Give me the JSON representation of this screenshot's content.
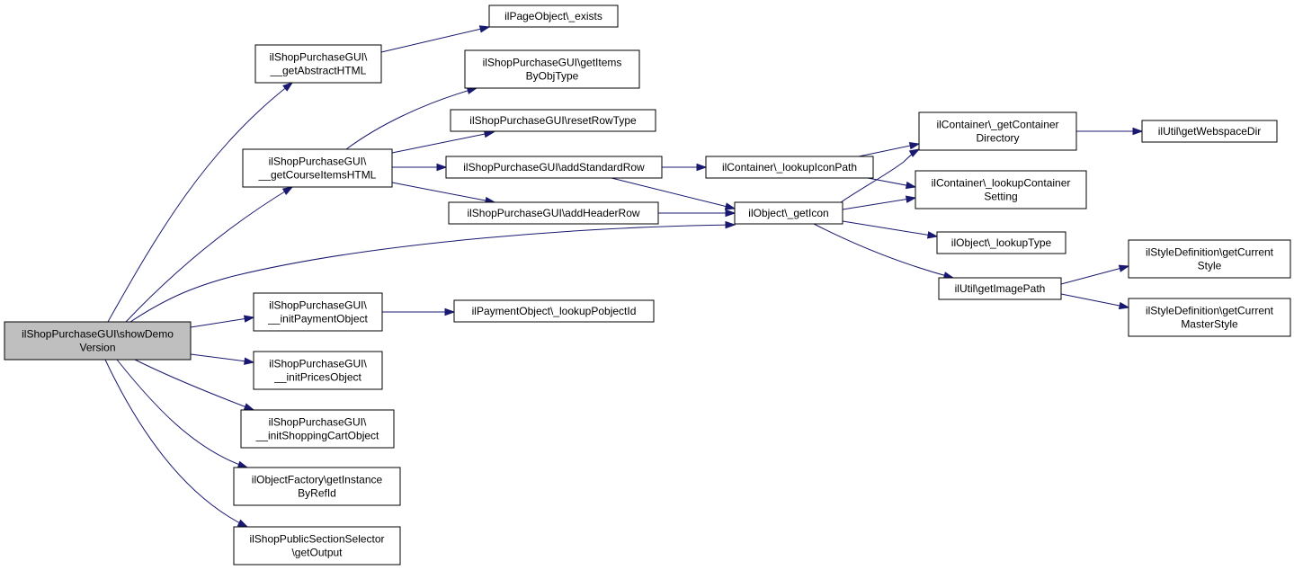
{
  "graph": {
    "nodes": [
      {
        "id": "root",
        "lines": [
          "ilShopPurchaseGUI\\showDemo",
          "Version"
        ],
        "root": true
      },
      {
        "id": "abstract",
        "lines": [
          "ilShopPurchaseGUI\\",
          "__getAbstractHTML"
        ]
      },
      {
        "id": "courseitems",
        "lines": [
          "ilShopPurchaseGUI\\",
          "__getCourseItemsHTML"
        ]
      },
      {
        "id": "initpayment",
        "lines": [
          "ilShopPurchaseGUI\\",
          "__initPaymentObject"
        ]
      },
      {
        "id": "initprices",
        "lines": [
          "ilShopPurchaseGUI\\",
          "__initPricesObject"
        ]
      },
      {
        "id": "initcart",
        "lines": [
          "ilShopPurchaseGUI\\",
          "__initShoppingCartObject"
        ]
      },
      {
        "id": "objfactory",
        "lines": [
          "ilObjectFactory\\getInstance",
          "ByRefId"
        ]
      },
      {
        "id": "publicsection",
        "lines": [
          "ilShopPublicSectionSelector",
          "\\getOutput"
        ]
      },
      {
        "id": "pageexists",
        "lines": [
          "ilPageObject\\_exists"
        ]
      },
      {
        "id": "getitems",
        "lines": [
          "ilShopPurchaseGUI\\getItems",
          "ByObjType"
        ]
      },
      {
        "id": "resetrow",
        "lines": [
          "ilShopPurchaseGUI\\resetRowType"
        ]
      },
      {
        "id": "addstandard",
        "lines": [
          "ilShopPurchaseGUI\\addStandardRow"
        ]
      },
      {
        "id": "addheader",
        "lines": [
          "ilShopPurchaseGUI\\addHeaderRow"
        ]
      },
      {
        "id": "lookuppobject",
        "lines": [
          "ilPaymentObject\\_lookupPobjectId"
        ]
      },
      {
        "id": "lookupiconpath",
        "lines": [
          "ilContainer\\_lookupIconPath"
        ]
      },
      {
        "id": "geticon",
        "lines": [
          "ilObject\\_getIcon"
        ]
      },
      {
        "id": "getcontainerdir",
        "lines": [
          "ilContainer\\_getContainer",
          "Directory"
        ]
      },
      {
        "id": "lookupcontainersetting",
        "lines": [
          "ilContainer\\_lookupContainer",
          "Setting"
        ]
      },
      {
        "id": "lookuptype",
        "lines": [
          "ilObject\\_lookupType"
        ]
      },
      {
        "id": "getimagepath",
        "lines": [
          "ilUtil\\getImagePath"
        ]
      },
      {
        "id": "webspacedir",
        "lines": [
          "ilUtil\\getWebspaceDir"
        ]
      },
      {
        "id": "currentstyle",
        "lines": [
          "ilStyleDefinition\\getCurrent",
          "Style"
        ]
      },
      {
        "id": "currentmaster",
        "lines": [
          "ilStyleDefinition\\getCurrent",
          "MasterStyle"
        ]
      }
    ],
    "edges": [
      [
        "root",
        "abstract"
      ],
      [
        "root",
        "courseitems"
      ],
      [
        "root",
        "geticon"
      ],
      [
        "root",
        "initpayment"
      ],
      [
        "root",
        "initprices"
      ],
      [
        "root",
        "initcart"
      ],
      [
        "root",
        "objfactory"
      ],
      [
        "root",
        "publicsection"
      ],
      [
        "abstract",
        "pageexists"
      ],
      [
        "courseitems",
        "getitems"
      ],
      [
        "courseitems",
        "resetrow"
      ],
      [
        "courseitems",
        "addstandard"
      ],
      [
        "courseitems",
        "addheader"
      ],
      [
        "addstandard",
        "lookupiconpath"
      ],
      [
        "addstandard",
        "geticon"
      ],
      [
        "addheader",
        "geticon"
      ],
      [
        "initpayment",
        "lookuppobject"
      ],
      [
        "lookupiconpath",
        "getcontainerdir"
      ],
      [
        "lookupiconpath",
        "lookupcontainersetting"
      ],
      [
        "geticon",
        "getcontainerdir"
      ],
      [
        "geticon",
        "lookupcontainersetting"
      ],
      [
        "geticon",
        "lookuptype"
      ],
      [
        "geticon",
        "getimagepath"
      ],
      [
        "getcontainerdir",
        "webspacedir"
      ],
      [
        "getimagepath",
        "currentstyle"
      ],
      [
        "getimagepath",
        "currentmaster"
      ]
    ]
  }
}
